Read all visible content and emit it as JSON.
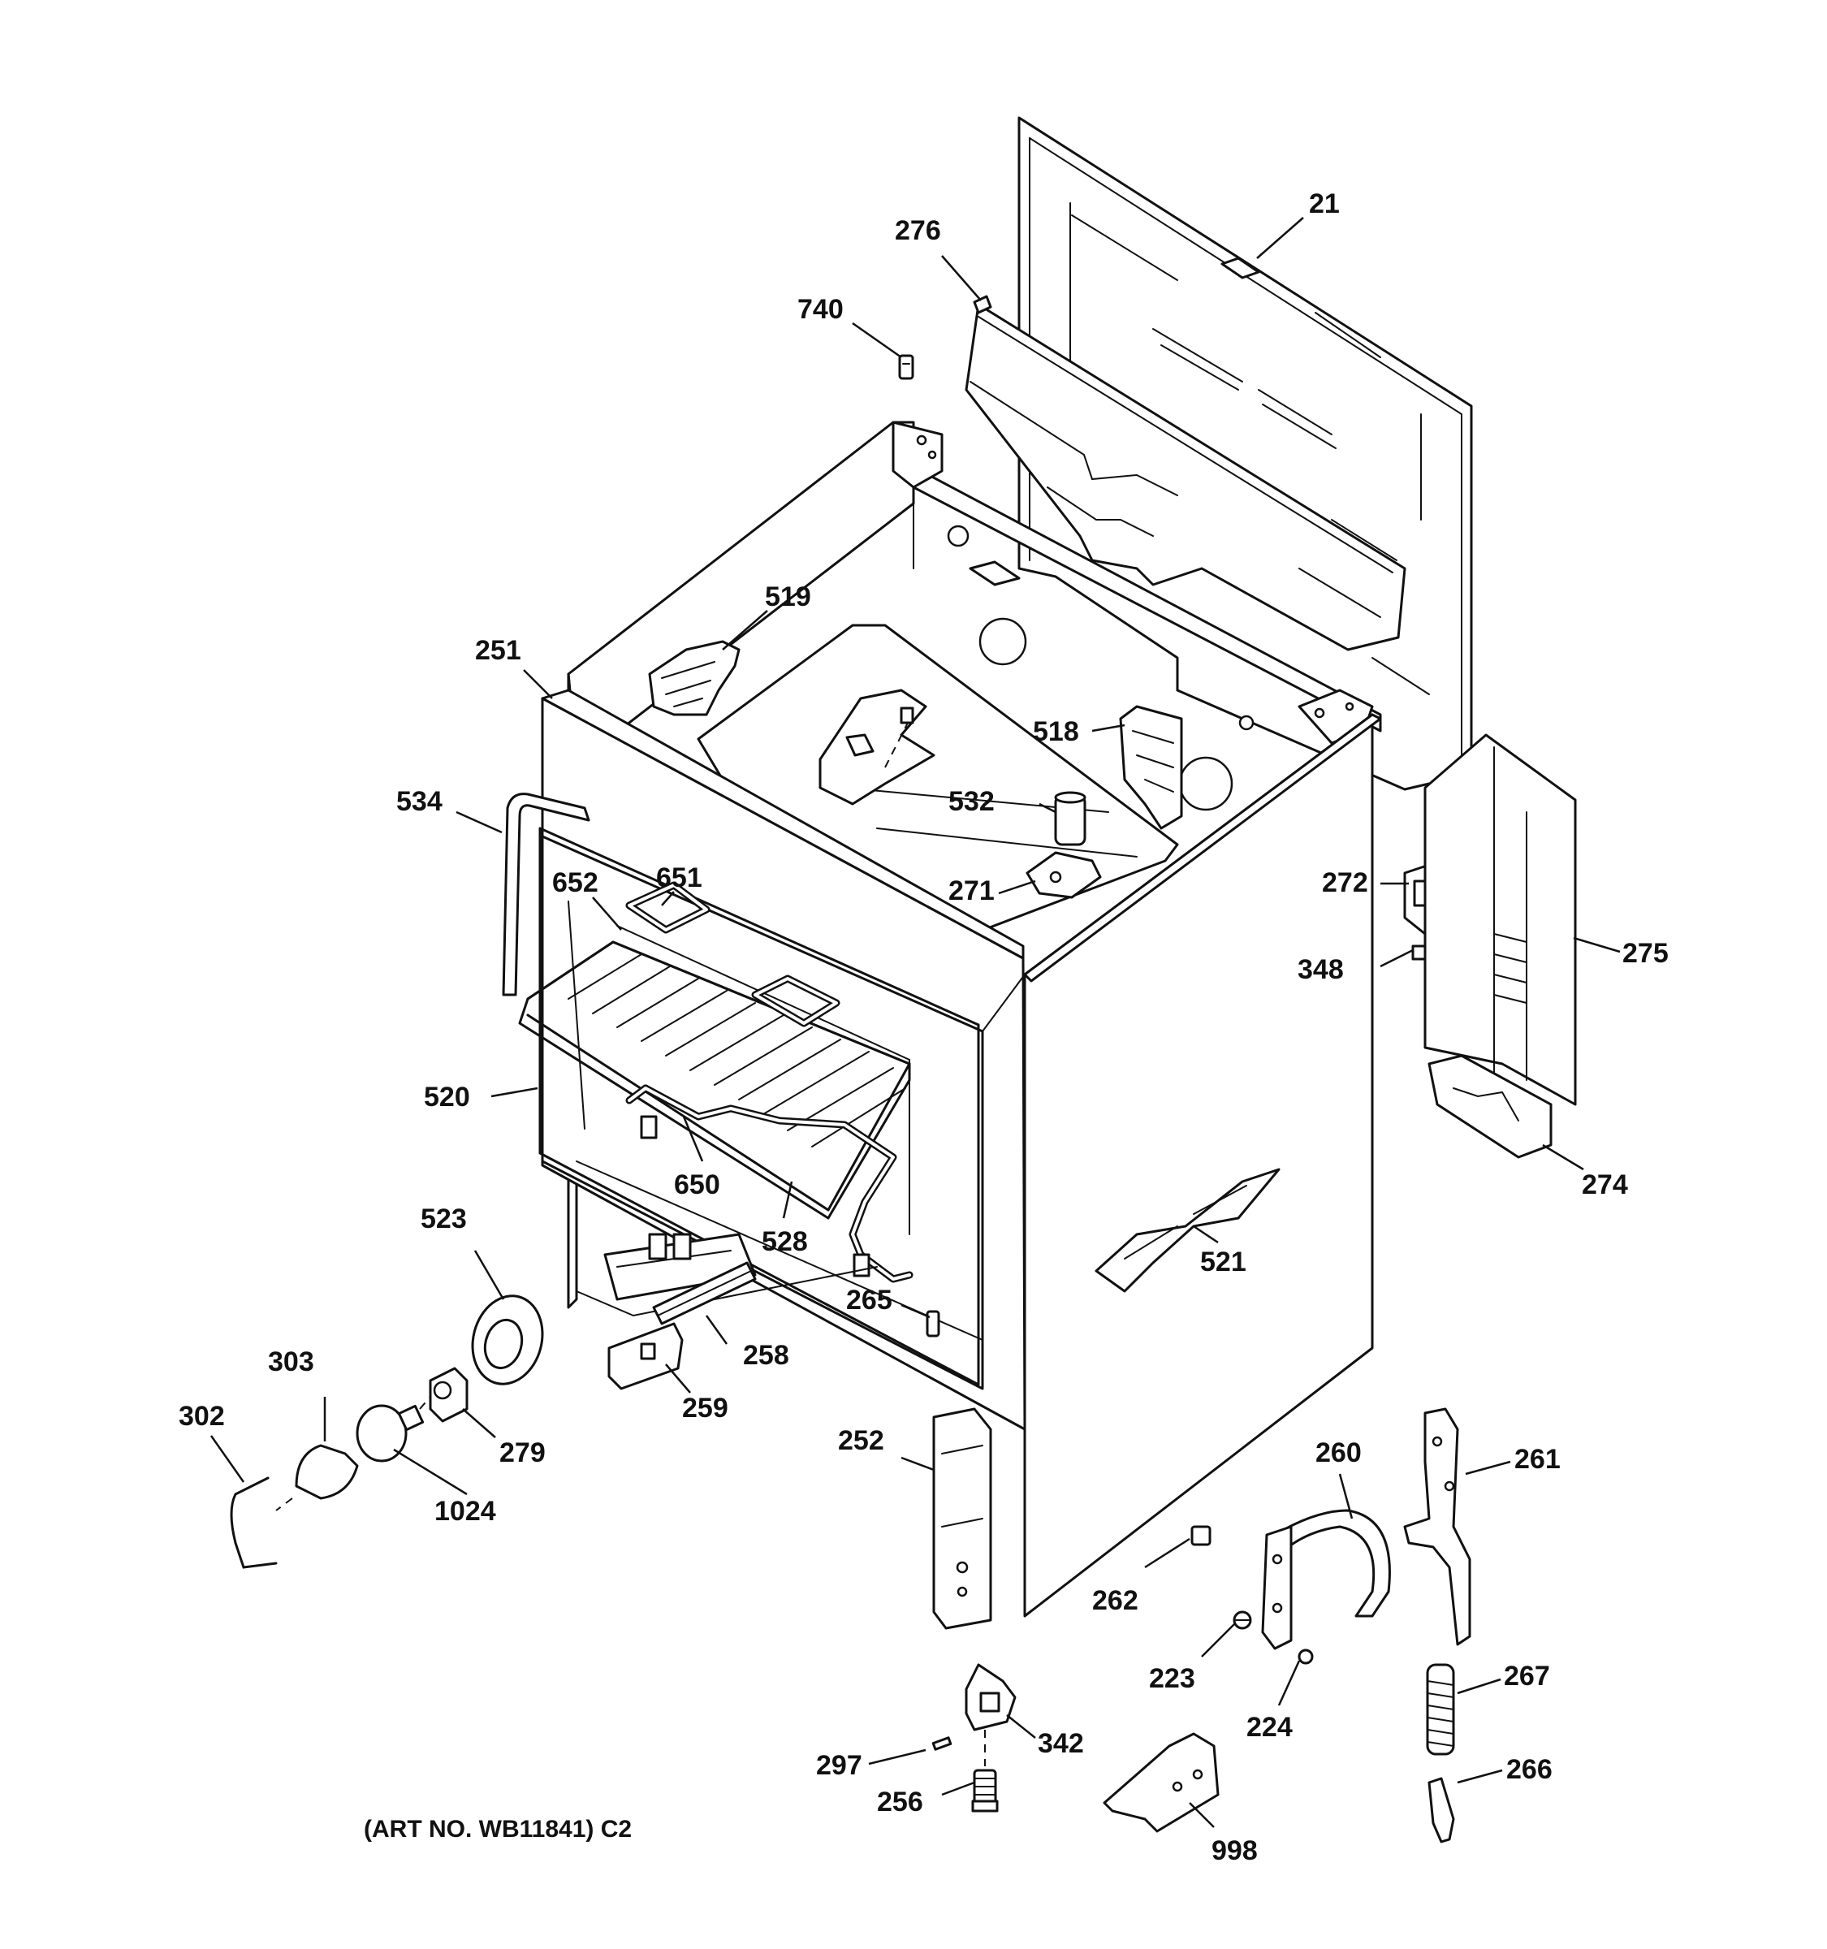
{
  "diagram": {
    "art_number": "(ART NO. WB11841) C2",
    "parts": [
      {
        "id": "p21",
        "label": "21"
      },
      {
        "id": "p276",
        "label": "276"
      },
      {
        "id": "p740",
        "label": "740"
      },
      {
        "id": "p519",
        "label": "519"
      },
      {
        "id": "p251",
        "label": "251"
      },
      {
        "id": "p518",
        "label": "518"
      },
      {
        "id": "p534",
        "label": "534"
      },
      {
        "id": "p532",
        "label": "532"
      },
      {
        "id": "p652",
        "label": "652"
      },
      {
        "id": "p651",
        "label": "651"
      },
      {
        "id": "p271",
        "label": "271"
      },
      {
        "id": "p272",
        "label": "272"
      },
      {
        "id": "p348",
        "label": "348"
      },
      {
        "id": "p275",
        "label": "275"
      },
      {
        "id": "p520",
        "label": "520"
      },
      {
        "id": "p650",
        "label": "650"
      },
      {
        "id": "p528",
        "label": "528"
      },
      {
        "id": "p274",
        "label": "274"
      },
      {
        "id": "p523",
        "label": "523"
      },
      {
        "id": "p521",
        "label": "521"
      },
      {
        "id": "p265",
        "label": "265"
      },
      {
        "id": "p258",
        "label": "258"
      },
      {
        "id": "p303",
        "label": "303"
      },
      {
        "id": "p259",
        "label": "259"
      },
      {
        "id": "p302",
        "label": "302"
      },
      {
        "id": "p279",
        "label": "279"
      },
      {
        "id": "p252",
        "label": "252"
      },
      {
        "id": "p260",
        "label": "260"
      },
      {
        "id": "p261",
        "label": "261"
      },
      {
        "id": "p1024",
        "label": "1024"
      },
      {
        "id": "p262",
        "label": "262"
      },
      {
        "id": "p223",
        "label": "223"
      },
      {
        "id": "p267",
        "label": "267"
      },
      {
        "id": "p224",
        "label": "224"
      },
      {
        "id": "p297",
        "label": "297"
      },
      {
        "id": "p342",
        "label": "342"
      },
      {
        "id": "p266",
        "label": "266"
      },
      {
        "id": "p256",
        "label": "256"
      },
      {
        "id": "p998",
        "label": "998"
      }
    ]
  }
}
